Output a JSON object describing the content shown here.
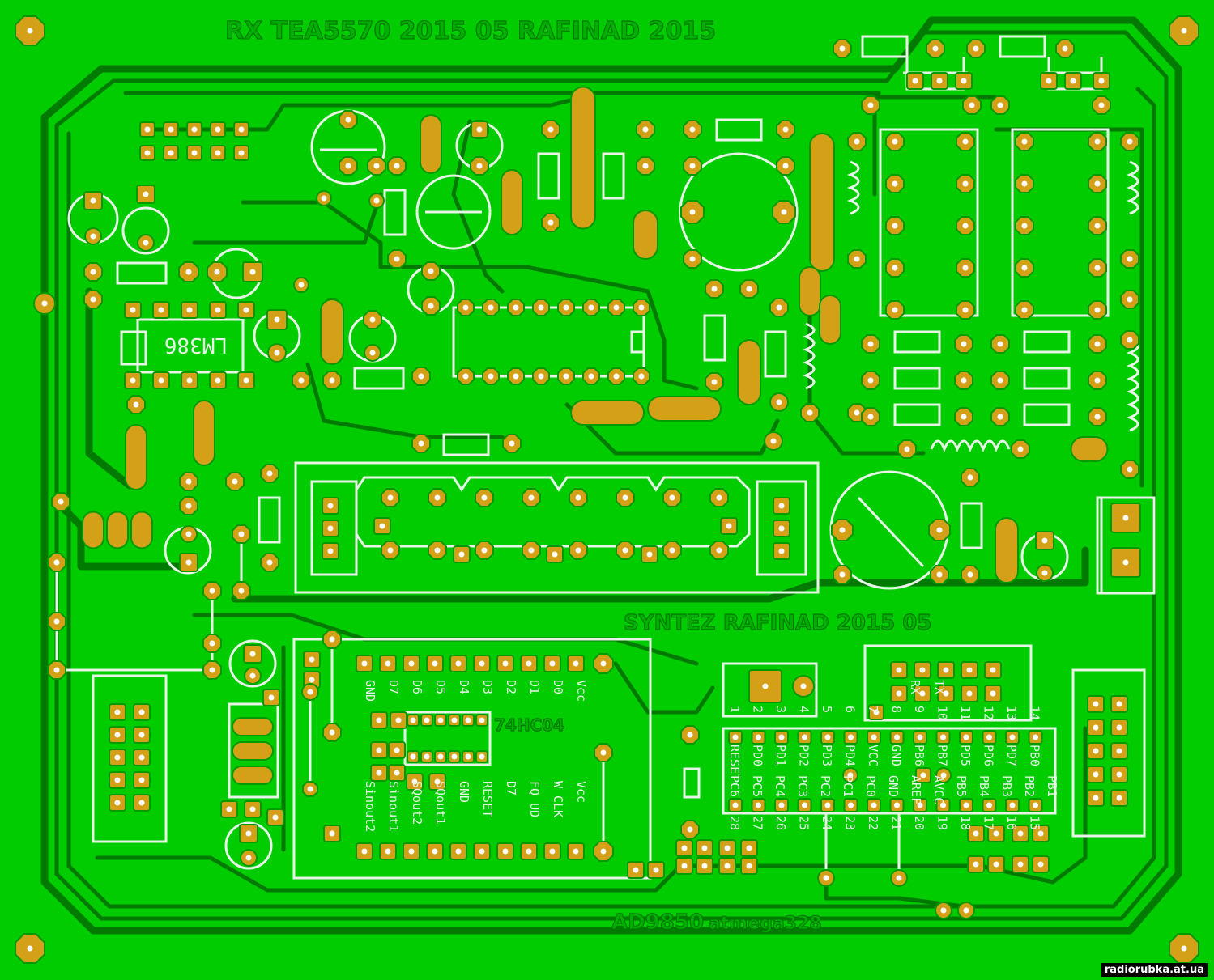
{
  "board": {
    "background": "#00cc00",
    "copper_color": "#007a00",
    "pad_color": "#d4a017",
    "silk_color": "#e8f4e8"
  },
  "titles": {
    "top": "RX TEA5570 2015 05  RAFINAD 2015",
    "middle": "SYNTEZ  RAFINAD 2015 05",
    "bottom_left": "AD9850",
    "bottom_right": "atmega328"
  },
  "ic_labels": {
    "amp": "LM386",
    "inverter": "74HC04"
  },
  "dds_module": {
    "top_pins": [
      "GND",
      "D7",
      "D6",
      "D5",
      "D4",
      "D3",
      "D2",
      "D1",
      "D0",
      "Vcc"
    ],
    "bottom_pins": [
      "Sinout2",
      "Sinout1",
      "SQout2",
      "SQout1",
      "GND",
      "RESET",
      "D7",
      "FQ UD",
      "W CLK",
      "Vcc"
    ]
  },
  "mcu_module": {
    "header_top_numbers": [
      "1",
      "2",
      "3",
      "4",
      "5",
      "6",
      "7",
      "8",
      "9",
      "10",
      "11",
      "12",
      "13",
      "14"
    ],
    "top_row": [
      "RESET",
      "PD0",
      "PD1",
      "PD2",
      "PD3",
      "PD4",
      "VCC",
      "GND",
      "PB6",
      "PB7",
      "PD5",
      "PD6",
      "PD7",
      "PB0"
    ],
    "bottom_row": [
      "PC6",
      "PC5",
      "PC4",
      "PC3",
      "PC2",
      "PC1",
      "PC0",
      "GND",
      "AREF",
      "AVCC",
      "PB5",
      "PB4",
      "PB3",
      "PB2",
      "PB1"
    ],
    "bottom_numbers": [
      "28",
      "27",
      "26",
      "25",
      "24",
      "23",
      "22",
      "21",
      "20",
      "19",
      "18",
      "17",
      "16",
      "15"
    ],
    "rxtx": [
      "RX",
      "TX"
    ]
  },
  "watermark": "radiorubka.at.ua"
}
